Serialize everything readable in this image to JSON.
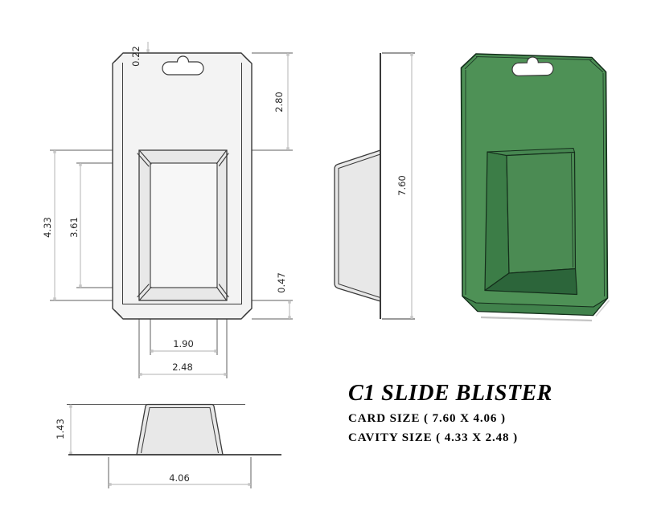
{
  "drawing": {
    "front_view": {
      "dim_hang_slot_offset": "0.22",
      "dim_top_to_cavity": "2.80",
      "dim_cavity_outer_height": "4.33",
      "dim_cavity_inner_height": "3.61",
      "dim_cavity_to_bottom": "0.47",
      "dim_cavity_inner_width": "1.90",
      "dim_cavity_outer_width": "2.48"
    },
    "side_view": {
      "dim_card_height": "7.60"
    },
    "bottom_view": {
      "dim_cavity_depth": "1.43",
      "dim_card_width": "4.06"
    },
    "title_block": {
      "title": "C1 SLIDE BLISTER",
      "card_size": "CARD SIZE ( 7.60 X 4.06 )",
      "cavity_size": "CAVITY SIZE ( 4.33 X 2.48 )"
    },
    "colors": {
      "background": "#ffffff",
      "outline": "#3a3a3a",
      "extension_line": "#5f5f5f",
      "dim_line": "#c0c0c0",
      "card_fill": "#f3f3f3",
      "cavity_fill": "#e8e8e8",
      "blister_green": "#4e9156",
      "blister_green_wall": "#3c7d47",
      "blister_green_wall_top": "#478751",
      "blister_green_inner": "#4b8b53",
      "blister_green_floor": "#2c653a",
      "blister_green_bevel": "#41824c"
    }
  }
}
